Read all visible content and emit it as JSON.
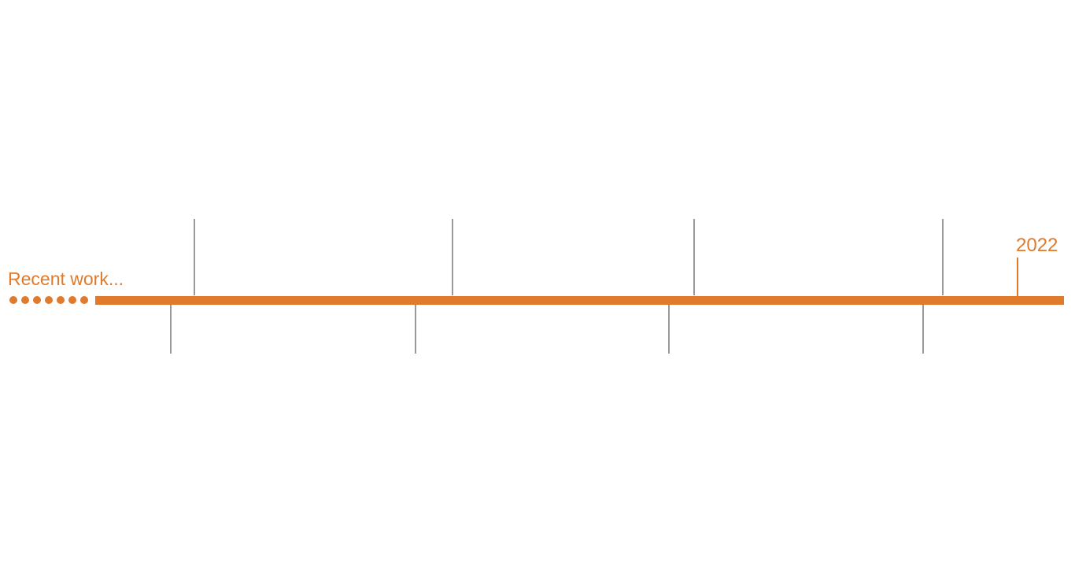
{
  "timeline": {
    "intro_label": "Recent work...",
    "end_year_label": "2022",
    "accent_color": "#E07A2C",
    "tick_color": "#999999",
    "leading_dot_count": 7,
    "milestones_above_count": 4,
    "milestones_below_count": 4
  }
}
